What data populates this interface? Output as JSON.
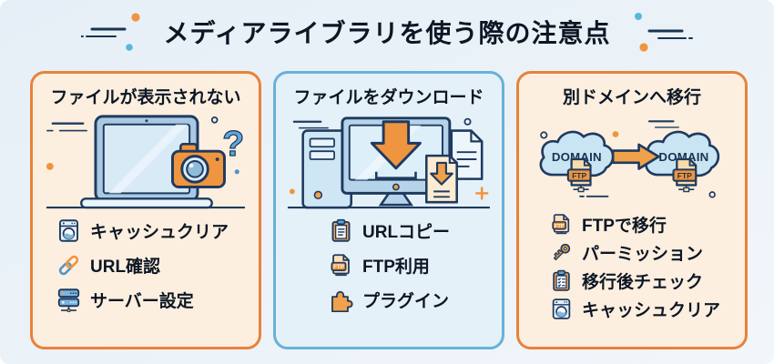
{
  "title": "メディアライブラリを使う際の注意点",
  "colors": {
    "background": "#e9f1f8",
    "accent_orange": "#f0953f",
    "accent_blue": "#68b2d8",
    "outline_navy": "#1f3a5f",
    "panel_cream_bg": "#fcefdf",
    "panel_blue_bg": "#e4f1f9",
    "text": "#0c1624"
  },
  "icon_labels": {
    "ftp": "FTP"
  },
  "panels": [
    {
      "id": "file-not-displayed",
      "title": "ファイルが表示されない",
      "border_color": "#e8823c",
      "illustration": "laptop-camera-question",
      "illustration_labels": {
        "question": "?"
      },
      "items": [
        {
          "icon": "washing-machine-icon",
          "label": "キャッシュクリア"
        },
        {
          "icon": "link-icon",
          "label": "URL確認"
        },
        {
          "icon": "server-icon",
          "label": "サーバー設定"
        }
      ]
    },
    {
      "id": "file-download",
      "title": "ファイルをダウンロード",
      "border_color": "#68b2d8",
      "illustration": "desktop-download",
      "items": [
        {
          "icon": "clipboard-icon",
          "label": "URLコピー"
        },
        {
          "icon": "ftp-file-icon",
          "label": "FTP利用"
        },
        {
          "icon": "puzzle-icon",
          "label": "プラグイン"
        }
      ]
    },
    {
      "id": "domain-migration",
      "title": "別ドメインへ移行",
      "border_color": "#e8823c",
      "illustration": "domain-clouds-transfer",
      "illustration_labels": {
        "domain_left": "DOMAIN",
        "domain_right": "DOMAIN",
        "ftp_left": "FTP",
        "ftp_right": "FTP"
      },
      "items": [
        {
          "icon": "ftp-file-icon",
          "label": "FTPで移行"
        },
        {
          "icon": "key-icon",
          "label": "パーミッション"
        },
        {
          "icon": "checklist-icon",
          "label": "移行後チェック"
        },
        {
          "icon": "washing-machine-icon",
          "label": "キャッシュクリア"
        }
      ]
    }
  ]
}
